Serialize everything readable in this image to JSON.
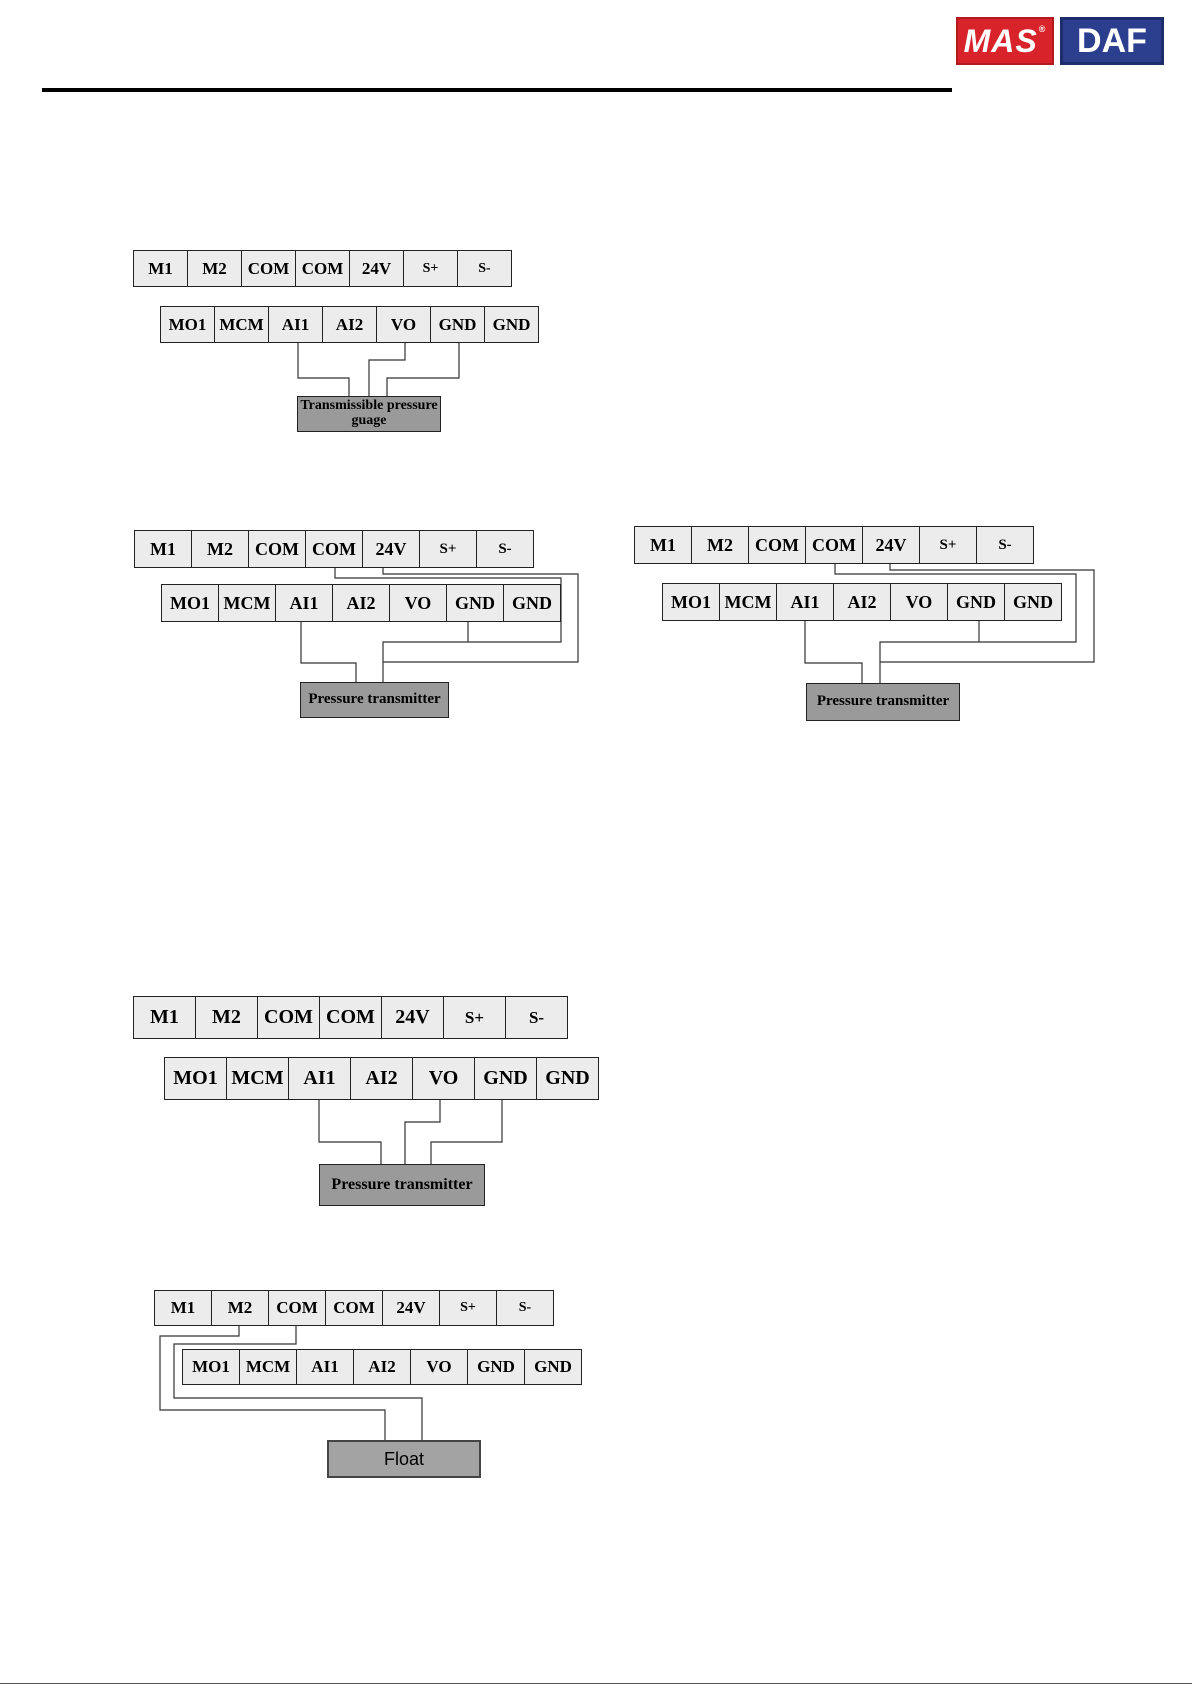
{
  "header": {
    "logo_left": "MAS",
    "logo_left_mark": "®",
    "logo_right": "DAF"
  },
  "terminals": {
    "upper_row": [
      "M1",
      "M2",
      "COM",
      "COM",
      "24V",
      "S+",
      "S-"
    ],
    "lower_row": [
      "MO1",
      "MCM",
      "AI1",
      "AI2",
      "VO",
      "GND",
      "GND"
    ]
  },
  "diagrams": [
    {
      "id": "gauge",
      "device_label": "Transmissible pressure guage"
    },
    {
      "id": "transmitter-a",
      "device_label": "Pressure transmitter"
    },
    {
      "id": "transmitter-b",
      "device_label": "Pressure transmitter"
    },
    {
      "id": "transmitter-c",
      "device_label": "Pressure transmitter"
    },
    {
      "id": "float",
      "device_label": "Float"
    }
  ],
  "colors": {
    "logo_red": "#d8232a",
    "logo_blue": "#2c3f8f",
    "terminal_fill": "#ececec",
    "device_fill": "#9a9a9a"
  }
}
